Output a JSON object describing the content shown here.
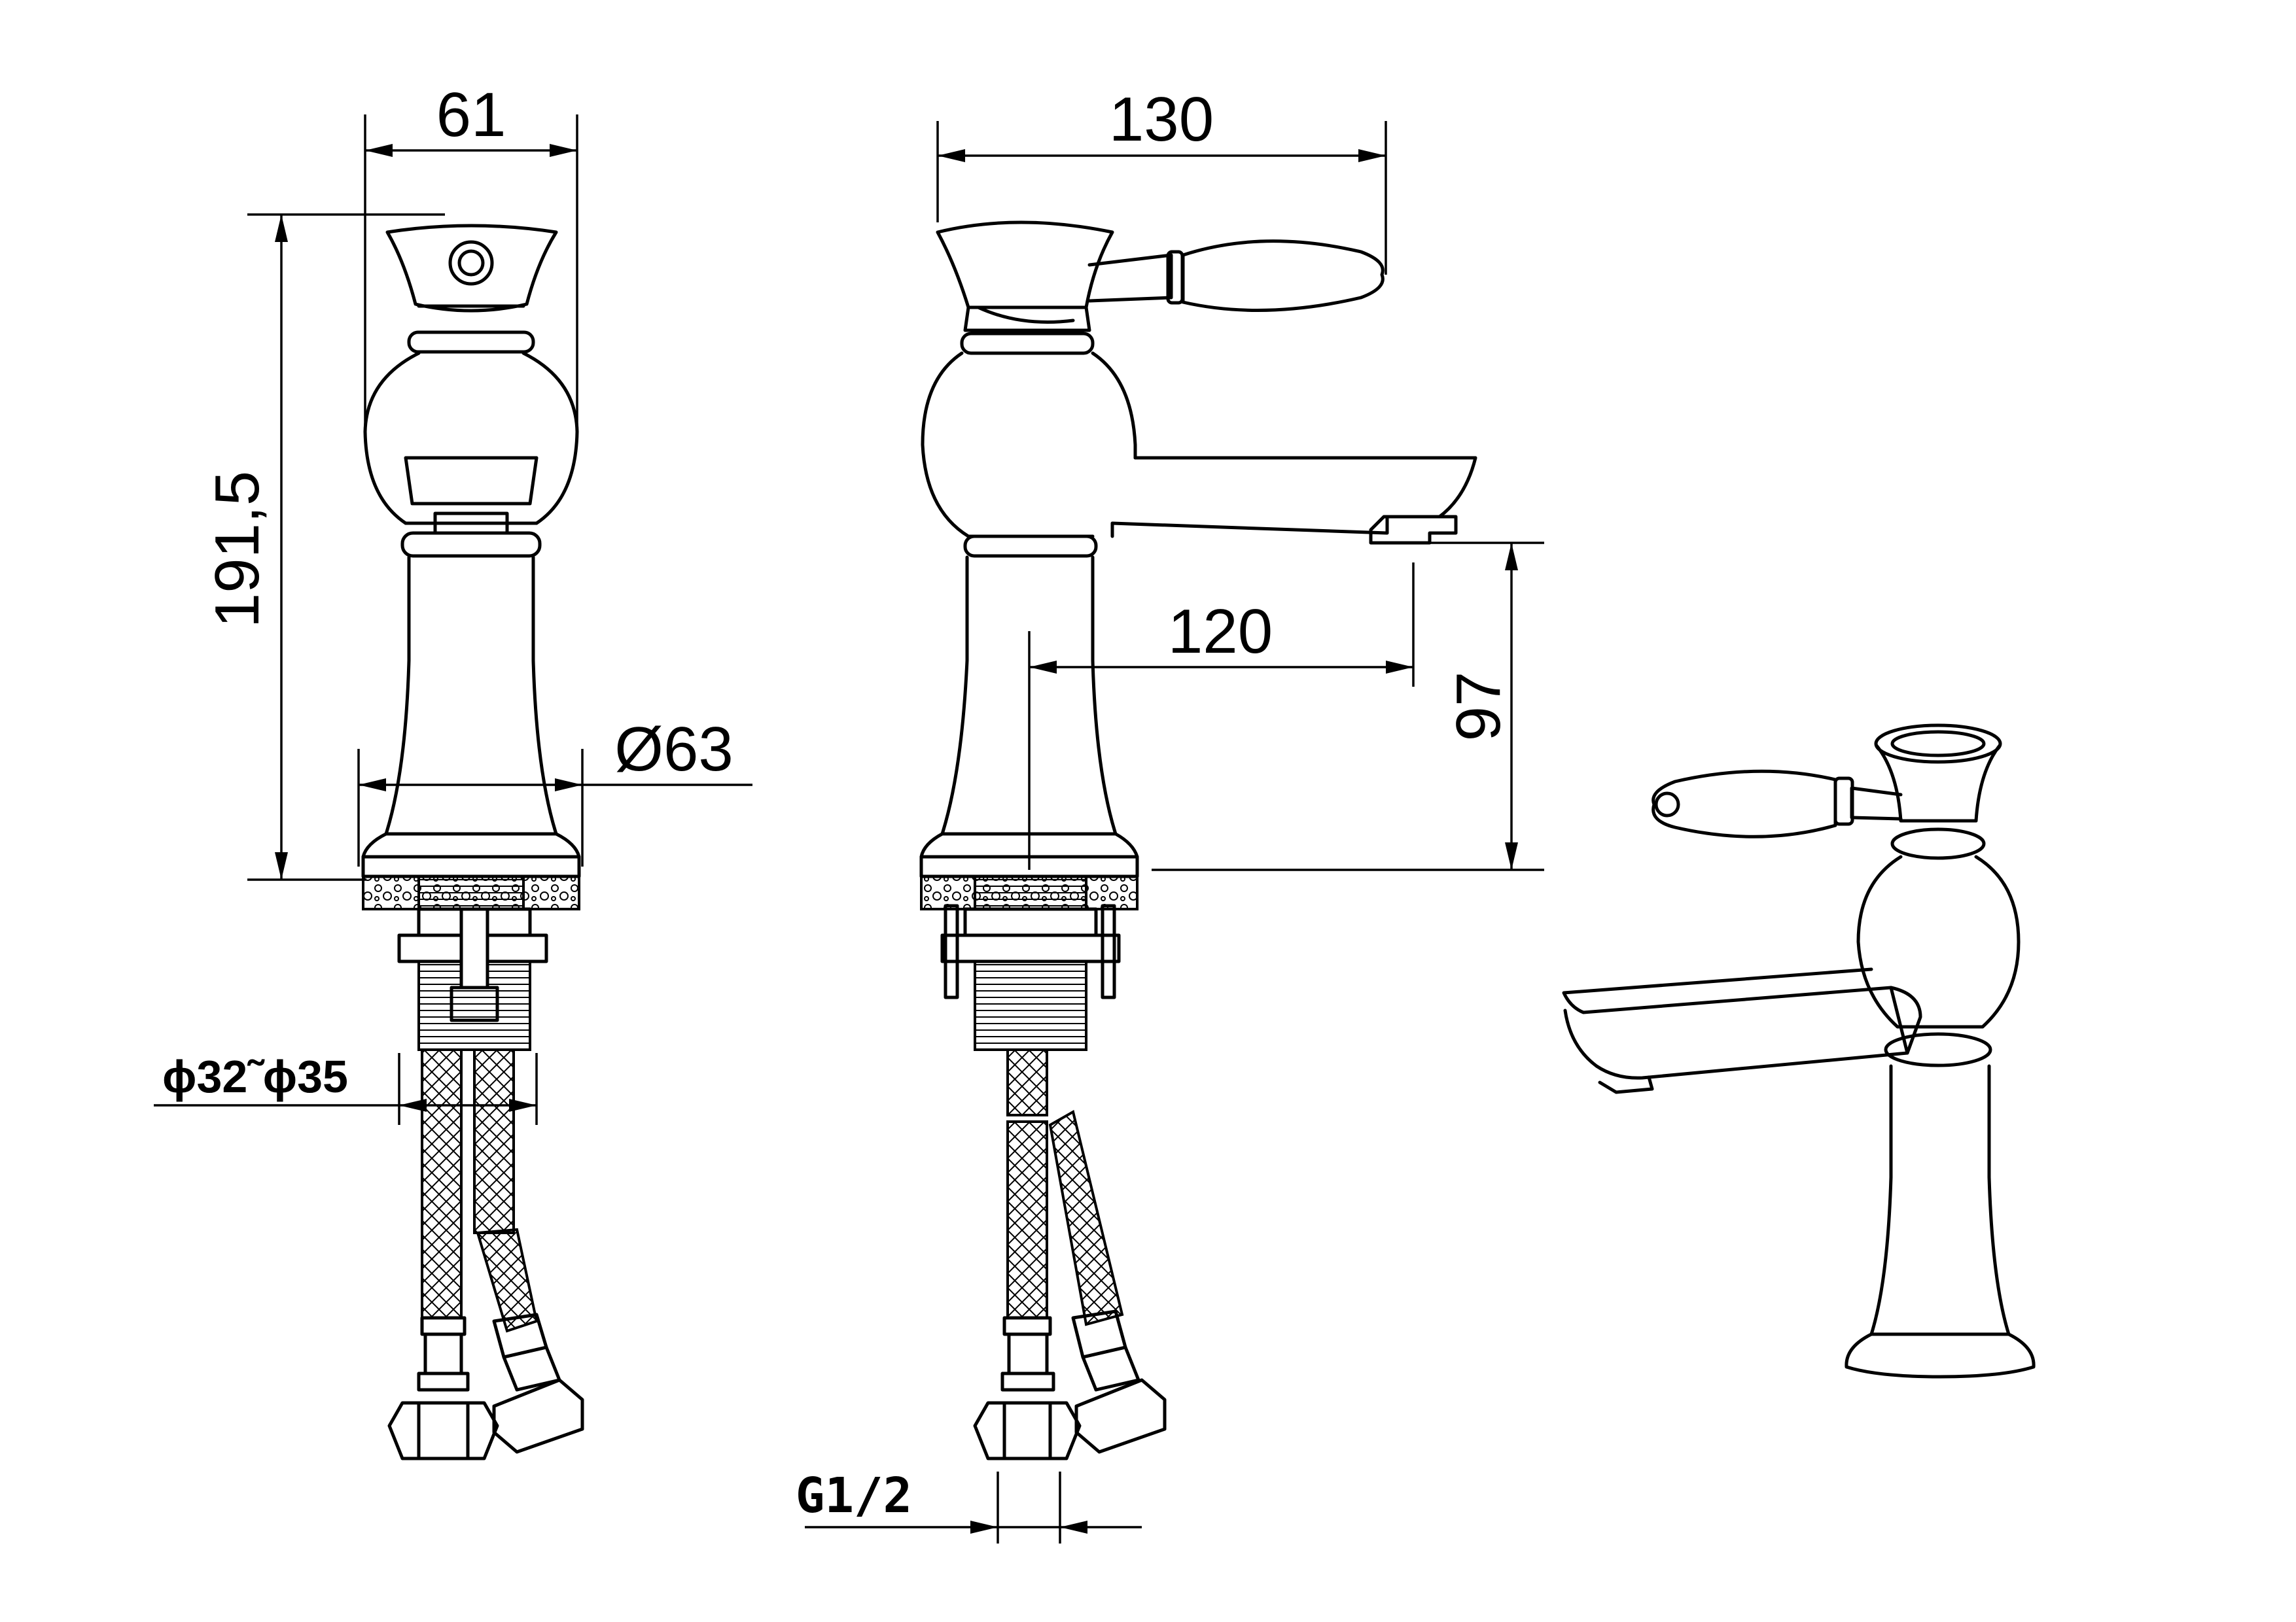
{
  "dimensions": {
    "width_61": "61",
    "height_191_5": "191,5",
    "base_diameter": "Ø63",
    "hole_range": "ϕ32˜ϕ35",
    "width_130": "130",
    "reach_120": "120",
    "height_97": "97",
    "thread": "G1/2"
  },
  "views": [
    "side-view",
    "front-view",
    "isometric-view"
  ]
}
